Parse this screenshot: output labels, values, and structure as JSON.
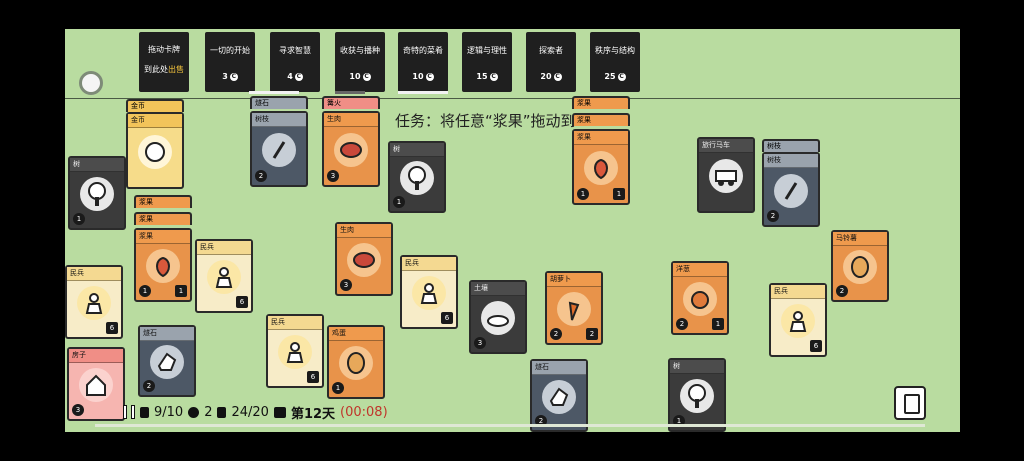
{
  "packs": [
    {
      "title": "拖动卡牌",
      "subtitle_a": "到此处",
      "subtitle_b": "出售"
    },
    {
      "title": "一切的开始",
      "cost": "3"
    },
    {
      "title": "寻求智慧",
      "cost": "4"
    },
    {
      "title": "收获与播种",
      "cost": "10"
    },
    {
      "title": "奇特的菜肴",
      "cost": "10"
    },
    {
      "title": "逻辑与理性",
      "cost": "15"
    },
    {
      "title": "探索者",
      "cost": "20"
    },
    {
      "title": "秩序与结构",
      "cost": "25"
    }
  ],
  "coin_glyph": "C",
  "quest": "任务：将任意“浆果”拖动到",
  "cards": {
    "tree1": {
      "label": "树",
      "count": "1"
    },
    "gold_a": "金币",
    "gold_b": "金币",
    "berry_stack1": [
      "浆果",
      "浆果",
      "浆果"
    ],
    "berry1_l": "1",
    "berry1_r": "1",
    "villager1": {
      "label": "民兵",
      "count": "6"
    },
    "villager2": {
      "label": "民兵",
      "count": "6"
    },
    "flint1": {
      "label": "燧石",
      "count": "2"
    },
    "house": {
      "label": "房子",
      "count": "3"
    },
    "flint_top": "燧石",
    "wood1": {
      "label": "树枝",
      "count": "2"
    },
    "fire": "篝火",
    "meat1": {
      "label": "生肉",
      "count": "3"
    },
    "meat2": {
      "label": "生肉",
      "count": "3"
    },
    "villager3": {
      "label": "民兵",
      "count": "6"
    },
    "potato1": {
      "label": "鸡蛋",
      "count": "1"
    },
    "tree2": {
      "label": "树",
      "count": "1"
    },
    "villager4": {
      "label": "民兵",
      "count": "6"
    },
    "soil": {
      "label": "土壤",
      "count": "3"
    },
    "carrot": {
      "label": "胡萝卜",
      "count_l": "2",
      "count_r": "2"
    },
    "berry_stack2": [
      "浆果",
      "浆果",
      "浆果"
    ],
    "berry2_l": "1",
    "berry2_r": "1",
    "flint2": {
      "label": "燧石",
      "count": "2"
    },
    "caravan": {
      "label": "旅行马车"
    },
    "wood_top": "树枝",
    "wood2": {
      "label": "树枝",
      "count": "2"
    },
    "onion": {
      "label": "洋葱",
      "count_l": "2",
      "count_r": "1"
    },
    "tree3": {
      "label": "树",
      "count": "1"
    },
    "villager5": {
      "label": "民兵",
      "count": "6"
    },
    "potato2": {
      "label": "马铃薯",
      "count": "2"
    }
  },
  "hud": {
    "cards": "9/10",
    "coins": "2",
    "food": "24/20",
    "day": "第12天",
    "timer": "(00:08)"
  },
  "colors": {
    "board": "#b9dca0",
    "orange": "#e8934a",
    "dark": "#3b3b3b",
    "slate": "#4d5866",
    "cream": "#f7ecc8"
  }
}
